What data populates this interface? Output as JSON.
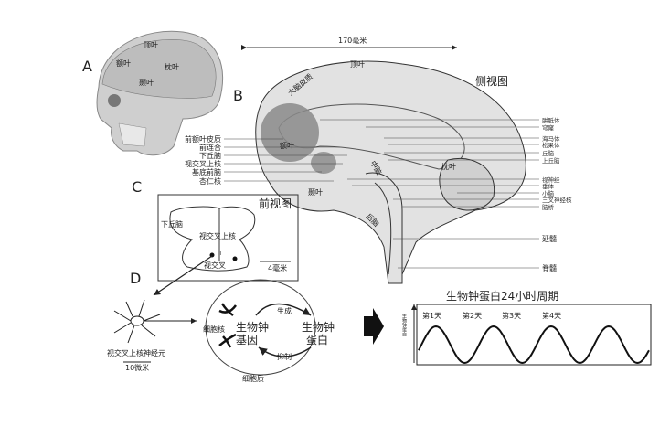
{
  "panel_letters": [
    "A",
    "B",
    "C",
    "D"
  ],
  "skull": {
    "labels": [
      "顶叶",
      "额叶",
      "枕叶",
      "颞叶"
    ]
  },
  "sagittal": {
    "scale": "170毫米",
    "view_title": "侧视图",
    "regions": [
      "顶叶",
      "大脑皮质",
      "额叶",
      "枕叶",
      "颞叶",
      "中脑",
      "后脑"
    ],
    "left_labels": [
      "前额叶皮质",
      "前连合",
      "下丘脑",
      "视交叉上核",
      "基底前脑",
      "杏仁核"
    ],
    "right_labels": [
      "胼胝体",
      "穹窿",
      "海马体",
      "松果体",
      "丘脑",
      "上丘脑",
      "视神经",
      "垂体",
      "小脑",
      "三叉神经核",
      "脑桥",
      "延髓",
      "脊髓"
    ]
  },
  "front_view": {
    "title": "前视图",
    "labels": [
      "下丘脑",
      "视交叉上核",
      "视交叉",
      "III"
    ],
    "scale": "4毫米"
  },
  "neuron": {
    "label": "视交叉上核神经元",
    "scale": "10微米"
  },
  "cell": {
    "nucleus": "细胞核",
    "cytoplasm": "细胞质",
    "gene": [
      "生物钟",
      "基因"
    ],
    "protein": [
      "生物钟",
      "蛋白"
    ],
    "produce": "生成",
    "inhibit": "抑制"
  },
  "chart_data": {
    "type": "line",
    "title": "生物钟蛋白24小时周期",
    "ylabel": "生物钟蛋白",
    "categories": [
      "第1天",
      "第2天",
      "第3天",
      "第4天"
    ],
    "x": [
      0,
      0.25,
      0.5,
      0.75,
      1,
      1.25,
      1.5,
      1.75,
      2,
      2.25,
      2.5,
      2.75,
      3,
      3.25,
      3.5,
      3.75,
      4
    ],
    "values": [
      0,
      1,
      0,
      -1,
      0,
      1,
      0,
      -1,
      0,
      1,
      0,
      -1,
      0,
      1,
      0,
      -1,
      0
    ]
  }
}
